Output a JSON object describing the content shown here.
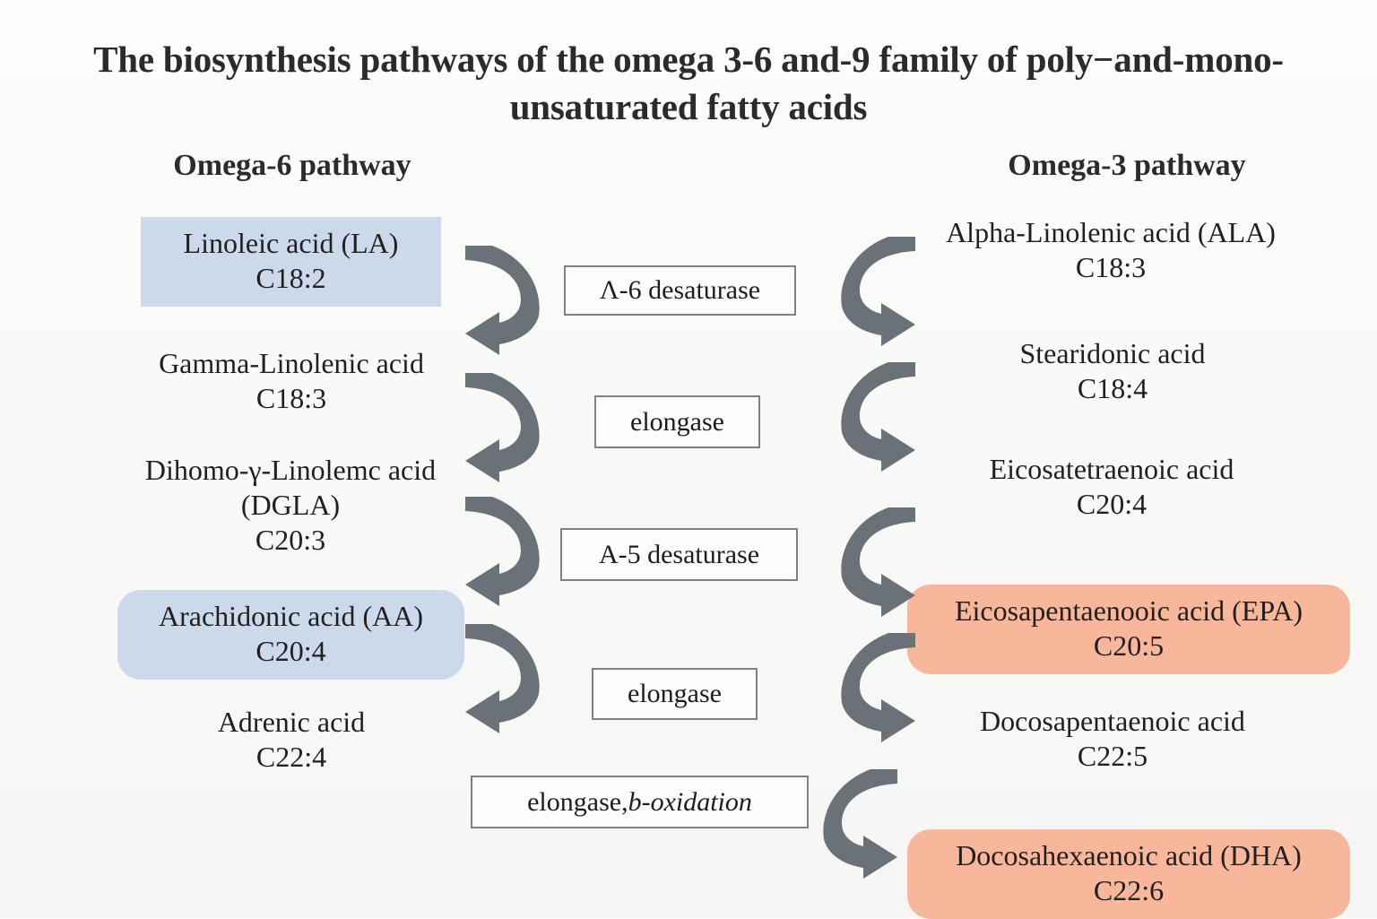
{
  "figure": {
    "title": "The biosynthesis pathways of the omega 3-6 and-9 family of poly−and-mono-unsaturated fatty acids"
  },
  "colors": {
    "highlight_blue": "#ccd9ea",
    "highlight_orange": "#f8b79a",
    "arrow_gray": "#6b7277",
    "enzyme_border": "#7b8287",
    "background": "#fbfbfa",
    "text": "#231f20"
  },
  "columns": {
    "omega6": {
      "heading": "Omega-6 pathway",
      "steps": [
        {
          "name": "Linoleic acid (LA)",
          "carbon": "C18:2",
          "highlight": "blue",
          "shape": "square"
        },
        {
          "name": "Gamma-Linolenic acid",
          "carbon": "C18:3",
          "highlight": "none",
          "shape": "none"
        },
        {
          "name": "Dihomo-γ-Linolemc acid",
          "name2": "(DGLA)",
          "carbon": "C20:3",
          "highlight": "none",
          "shape": "none"
        },
        {
          "name": "Arachidonic acid (AA)",
          "carbon": "C20:4",
          "highlight": "blue",
          "shape": "rounded"
        },
        {
          "name": "Adrenic acid",
          "carbon": "C22:4",
          "highlight": "none",
          "shape": "none"
        }
      ]
    },
    "omega3": {
      "heading": "Omega-3 pathway",
      "steps": [
        {
          "name": "Alpha-Linolenic acid (ALA)",
          "carbon": "C18:3",
          "highlight": "none",
          "shape": "none"
        },
        {
          "name": "Stearidonic acid",
          "carbon": "C18:4",
          "highlight": "none",
          "shape": "none"
        },
        {
          "name": "Eicosatetraenoic acid",
          "carbon": "C20:4",
          "highlight": "none",
          "shape": "none"
        },
        {
          "name": "Eicosapentaenooic acid (EPA)",
          "carbon": "C20:5",
          "highlight": "orange",
          "shape": "rounded"
        },
        {
          "name": "Docosapentaenoic acid",
          "carbon": "C22:5",
          "highlight": "none",
          "shape": "none"
        },
        {
          "name": "Docosahexaenoic acid (DHA)",
          "carbon": "C22:6",
          "highlight": "orange",
          "shape": "rounded"
        }
      ]
    }
  },
  "enzymes": [
    {
      "label": "Λ-6 desaturase"
    },
    {
      "label": "elongase"
    },
    {
      "label": "A-5 desaturase"
    },
    {
      "label": "elongase"
    },
    {
      "label_plain": "elongase, ",
      "label_italic": "b-oxidation"
    }
  ],
  "arrows": {
    "left_count": 4,
    "right_count": 5,
    "left_direction": "curved-down-left",
    "right_direction": "curved-down-right"
  }
}
